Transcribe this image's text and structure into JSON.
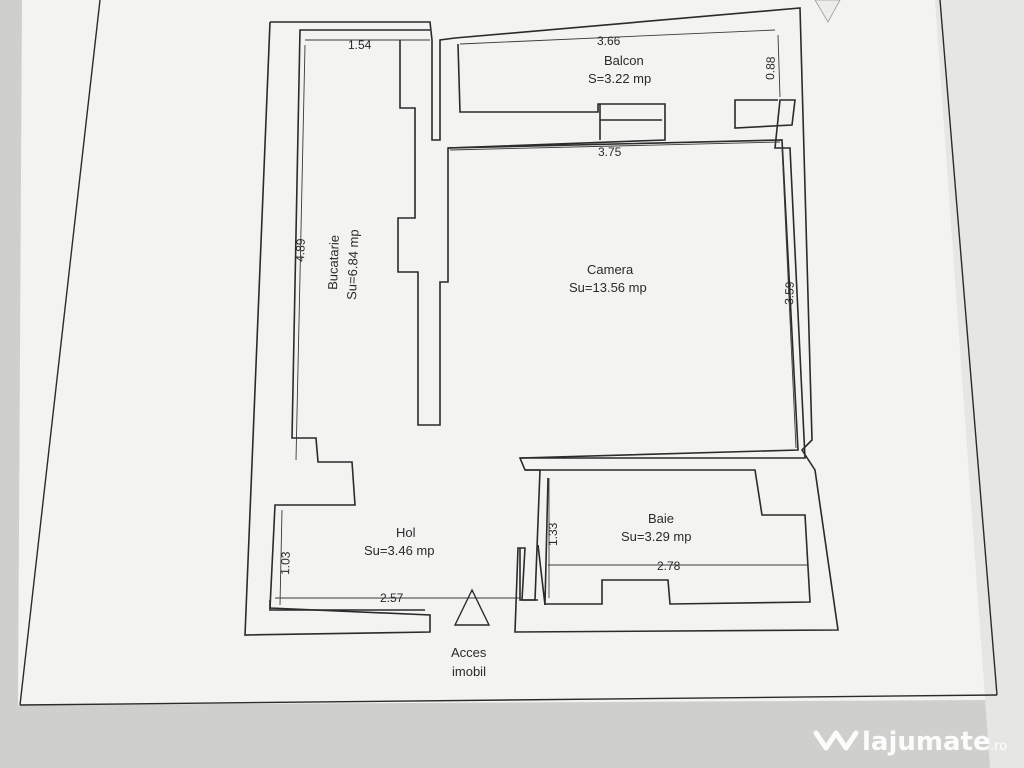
{
  "rooms": {
    "balcon": {
      "name": "Balcon",
      "area": "S=3.22 mp"
    },
    "bucatarie": {
      "name": "Bucatarie",
      "area": "Su=6.84 mp"
    },
    "camera": {
      "name": "Camera",
      "area": "Su=13.56 mp"
    },
    "hol": {
      "name": "Hol",
      "area": "Su=3.46 mp"
    },
    "baie": {
      "name": "Baie",
      "area": "Su=3.29 mp"
    }
  },
  "dimensions": {
    "d_154": "1.54",
    "d_366": "3.66",
    "d_088": "0.88",
    "d_375": "3.75",
    "d_489": "4.89",
    "d_359": "3.59",
    "d_133": "1.33",
    "d_278": "2.78",
    "d_103": "1.03",
    "d_257": "2.57"
  },
  "access": {
    "line1": "Acces",
    "line2": "imobil"
  },
  "watermark": {
    "brand": "lajumate",
    "suffix": ".ro"
  },
  "colors": {
    "paper": "#f3f3f1",
    "wall": "#2b2b2b",
    "background": "#d9d9d6"
  }
}
